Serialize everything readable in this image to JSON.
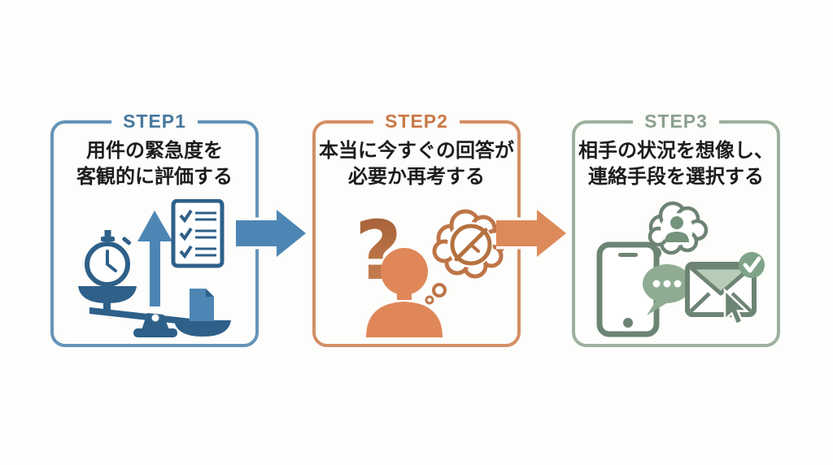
{
  "diagram": {
    "background_color": "#fdfdfb",
    "text_color": "#1c1c1c"
  },
  "steps": [
    {
      "label": "STEP1",
      "line1": "用件の緊急度を",
      "line2": "客観的に評価する",
      "colors": {
        "accent": "#47799f",
        "border": "#6493b8",
        "icon_dark": "#2e6089",
        "icon_mid": "#4d86b4"
      },
      "icon": "urgency-balance-scale-icon",
      "icon_elements": [
        "stopwatch-icon",
        "balance-scale-icon",
        "up-arrow-icon",
        "checklist-icon",
        "document-icon"
      ]
    },
    {
      "label": "STEP2",
      "line1": "本当に今すぐの回答が",
      "line2": "必要か再考する",
      "colors": {
        "accent": "#c87845",
        "border": "#d38f66",
        "icon_dark": "#a8613a",
        "icon_mid": "#e0875a"
      },
      "icon": "reconsider-immediate-reply-icon",
      "icon_elements": [
        "question-mark-icon",
        "person-icon",
        "thought-bubble-icon",
        "no-time-clock-icon"
      ]
    },
    {
      "label": "STEP3",
      "line1": "相手の状況を想像し、",
      "line2": "連絡手段を選択する",
      "colors": {
        "accent": "#8b9f8e",
        "border": "#9db09e",
        "icon_dark": "#6d8474",
        "icon_mid": "#8fac93",
        "icon_light": "#b7ccb8",
        "icon_badge": "#7fa388"
      },
      "icon": "choose-contact-method-icon",
      "icon_elements": [
        "thought-cloud-person-icon",
        "smartphone-icon",
        "chat-bubble-icon",
        "envelope-icon",
        "check-badge-icon",
        "cursor-icon"
      ]
    }
  ],
  "arrows": [
    {
      "from_step": "STEP1",
      "to_step": "STEP2",
      "color": "#4d86b4"
    },
    {
      "from_step": "STEP2",
      "to_step": "STEP3",
      "color": "#dd8a5a"
    }
  ]
}
